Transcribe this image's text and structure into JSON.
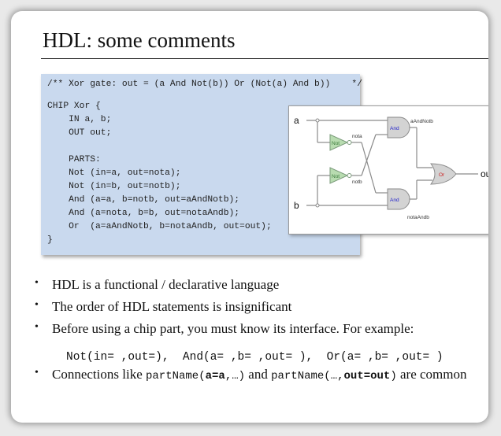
{
  "slide": {
    "title": "HDL: some comments",
    "code_lines": [
      "/** Xor gate: out = (a And Not(b)) Or (Not(a) And b))    */",
      "CHIP Xor {",
      "    IN a, b;",
      "    OUT out;",
      "    PARTS:",
      "    Not (in=a, out=nota);",
      "    Not (in=b, out=notb);",
      "    And (a=a, b=notb, out=aAndNotb);",
      "    And (a=nota, b=b, out=notaAndb);",
      "    Or  (a=aAndNotb, b=notaAndb, out=out);",
      "}"
    ],
    "diagram": {
      "input_a": "a",
      "input_b": "b",
      "output": "out",
      "gate_not_1": "Not",
      "gate_not_2": "Not",
      "gate_and_1": "And",
      "gate_and_2": "And",
      "gate_or": "Or",
      "wire_nota": "nota",
      "wire_notb": "notb",
      "wire_aAndNotb": "aAndNotb",
      "wire_notaAndb": "notaAndb",
      "colors": {
        "not_gate": "#b8dcb0",
        "and_or_gate": "#d3d3d3",
        "wire": "#8a8a8a",
        "and_label": "#2222cc",
        "or_label": "#cc2222",
        "not_label": "#3a7a3a"
      }
    },
    "bullets": {
      "b1": "HDL is a functional / declarative language",
      "b2": "The order of HDL statements is insignificant",
      "b3": "Before using a chip part, you must know its interface. For example:",
      "example": "Not(in= ,out=),  And(a= ,b= ,out= ),  Or(a= ,b= ,out= )",
      "b4_prefix": "Connections like ",
      "b4_code1": "partName(",
      "b4_code1_bold": "a=a",
      "b4_code1_end": ",…)",
      "b4_mid": " and ",
      "b4_code2": "partName(…,",
      "b4_code2_bold": "out=out",
      "b4_code2_end": ")",
      "b4_suffix": " are common"
    }
  }
}
